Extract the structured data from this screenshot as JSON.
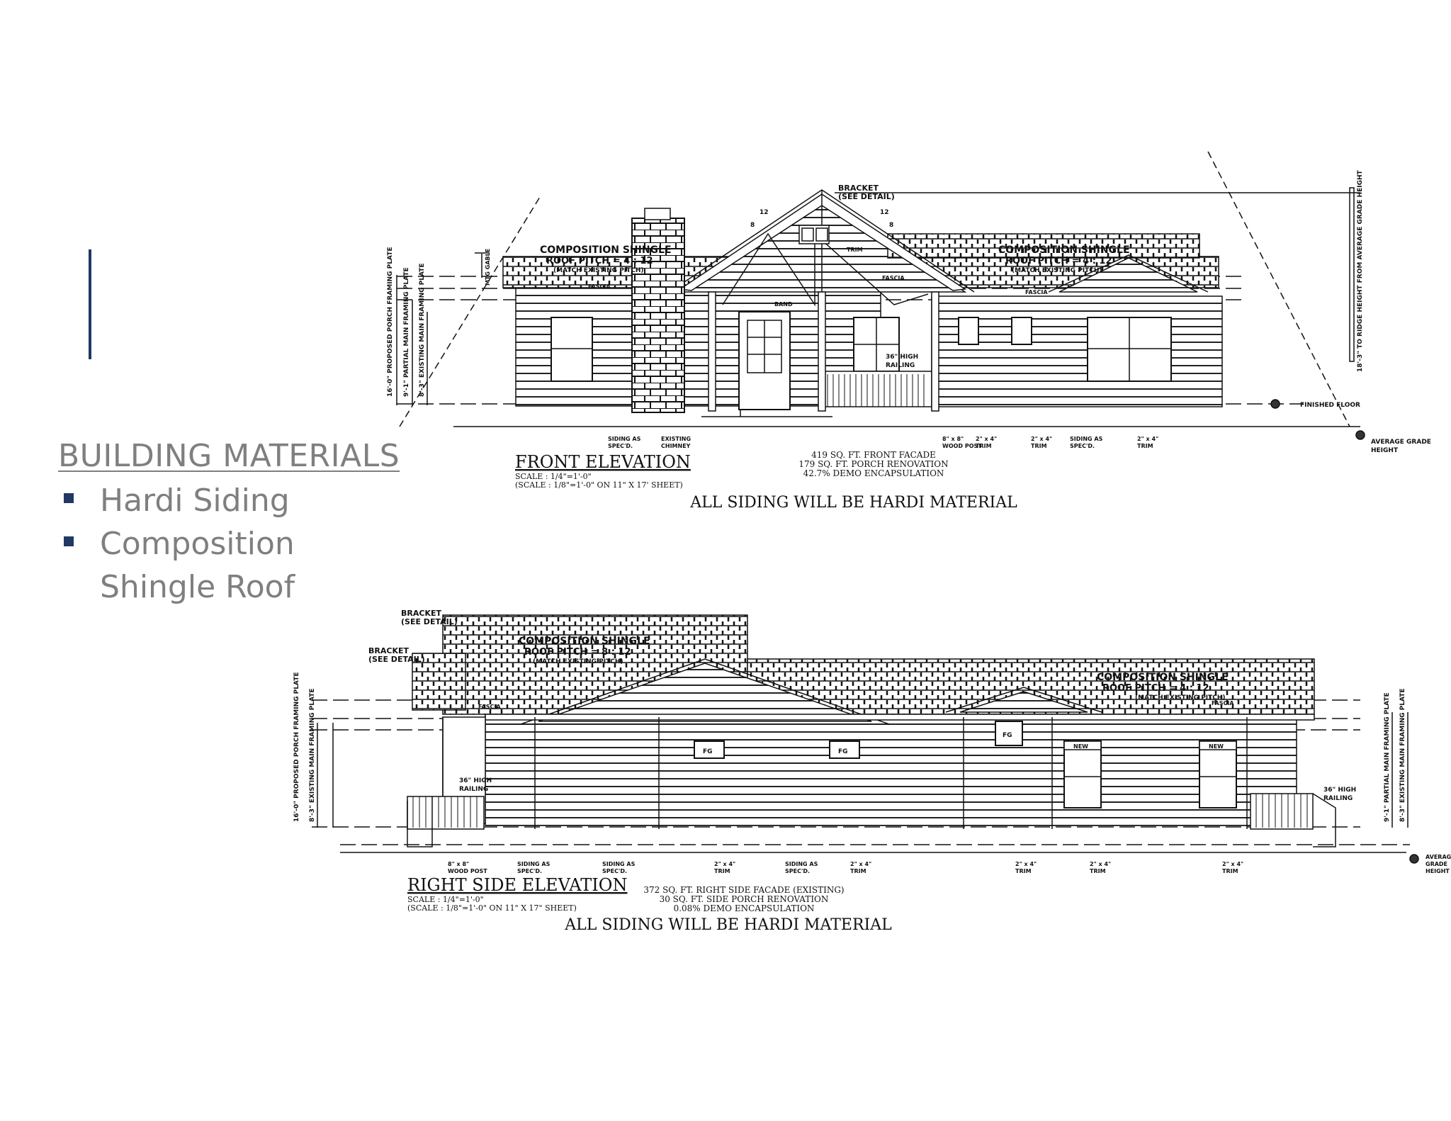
{
  "slide": {
    "heading": "BUILDING MATERIALS",
    "bullets": [
      "Hardi Siding",
      "Composition Shingle Roof"
    ],
    "colors": {
      "accent": "#1f3864",
      "text": "#7f7f7f"
    }
  },
  "front_elevation": {
    "title": "FRONT ELEVATION",
    "scale_1": "SCALE : 1/4\"=1'-0\"",
    "scale_2": "(SCALE : 1/8\"=1'-0\" ON 11\" X 17' SHEET)",
    "stats": [
      "419 SQ. FT. FRONT FACADE",
      "179 SQ. FT. PORCH RENOVATION",
      "42.7% DEMO ENCAPSULATION"
    ],
    "note": "ALL SIDING WILL BE HARDI MATERIAL",
    "labels": {
      "bracket": [
        "BRACKET",
        "(SEE DETAIL)"
      ],
      "roof_left": [
        "COMPOSITION SHINGLE",
        "ROOF PITCH = 4 : 12",
        "(MATCH EXISTING PITCH)"
      ],
      "roof_right": [
        "COMPOSITION SHINGLE",
        "ROOF PITCH = 4 : 12",
        "(MATCH EXISTING PITCH)"
      ],
      "railing": [
        "36\" HIGH",
        "RAILING"
      ],
      "fascia": "FASCIA",
      "band": "BAND",
      "trim": "TRIM",
      "gable": "MTG GABLE",
      "pitch_8": "8",
      "pitch_12": "12",
      "dim_proposed": "16'-0\" PROPOSED PORCH FRAMING PLATE",
      "dim_partial": "9'-1\" PARTIAL MAIN FRAMING PLATE",
      "dim_existing": "8'-3\" EXISTING MAIN FRAMING PLATE",
      "dim_ridge": "18'-3\" TO RIDGE HEIGHT FROM AVERAGE GRADE HEIGHT",
      "finished_floor": "FINISHED FLOOR",
      "avg_grade": [
        "AVERAGE GRADE",
        "HEIGHT"
      ],
      "callouts": [
        [
          "SIDING AS",
          "SPEC'D."
        ],
        [
          "EXISTING",
          "CHIMNEY"
        ],
        [
          "8\" x 8\"",
          "WOOD POST"
        ],
        [
          "2\" x 4\"",
          "TRIM"
        ],
        [
          "2\" x 4\"",
          "TRIM"
        ],
        [
          "SIDING AS",
          "SPEC'D."
        ],
        [
          "2\" x 4\"",
          "TRIM"
        ]
      ]
    }
  },
  "right_side_elevation": {
    "title": "RIGHT SIDE ELEVATION",
    "scale_1": "SCALE : 1/4\"=1'-0\"",
    "scale_2": "(SCALE : 1/8\"=1'-0\" ON 11\" X 17\" SHEET)",
    "stats": [
      "372 SQ. FT. RIGHT SIDE FACADE (EXISTING)",
      "30 SQ. FT. SIDE PORCH RENOVATION",
      "0.08% DEMO ENCAPSULATION"
    ],
    "note": "ALL SIDING WILL BE HARDI MATERIAL",
    "labels": {
      "bracket_top": [
        "BRACKET",
        "(SEE DETAIL)"
      ],
      "bracket_left": [
        "BRACKET",
        "(SEE DETAIL)"
      ],
      "roof_left": [
        "COMPOSITION SHINGLE",
        "ROOF PITCH = 8 : 12",
        "(MATCH EXISTING PITCH)"
      ],
      "roof_right": [
        "COMPOSITION SHINGLE",
        "ROOF PITCH = 4 : 12",
        "(MATCH EXISTING PITCH)"
      ],
      "railing_left": [
        "36\" HIGH",
        "RAILING"
      ],
      "railing_right": [
        "36\" HIGH",
        "RAILING"
      ],
      "fascia": "FASCIA",
      "window_fg": "FG",
      "window_new": "NEW",
      "dim_proposed": "16'-0\" PROPOSED PORCH FRAMING PLATE",
      "dim_existing": "8'-3\" EXISTING MAIN FRAMING PLATE",
      "dim_partial": "9'-1\" PARTIAL MAIN FRAMING PLATE",
      "dim_existing_right": "8'-3\" EXISTING MAIN FRAMING PLATE",
      "avg_grade": [
        "AVERAGE",
        "GRADE",
        "HEIGHT"
      ],
      "callouts": [
        [
          "8\" x 8\"",
          "WOOD POST"
        ],
        [
          "SIDING AS",
          "SPEC'D."
        ],
        [
          "SIDING AS",
          "SPEC'D."
        ],
        [
          "2\" x 4\"",
          "TRIM"
        ],
        [
          "SIDING AS",
          "SPEC'D."
        ],
        [
          "2\" x 4\"",
          "TRIM"
        ],
        [
          "2\" x 4\"",
          "TRIM"
        ],
        [
          "2\" x 4\"",
          "TRIM"
        ],
        [
          "2\" x 4\"",
          "TRIM"
        ]
      ]
    }
  }
}
